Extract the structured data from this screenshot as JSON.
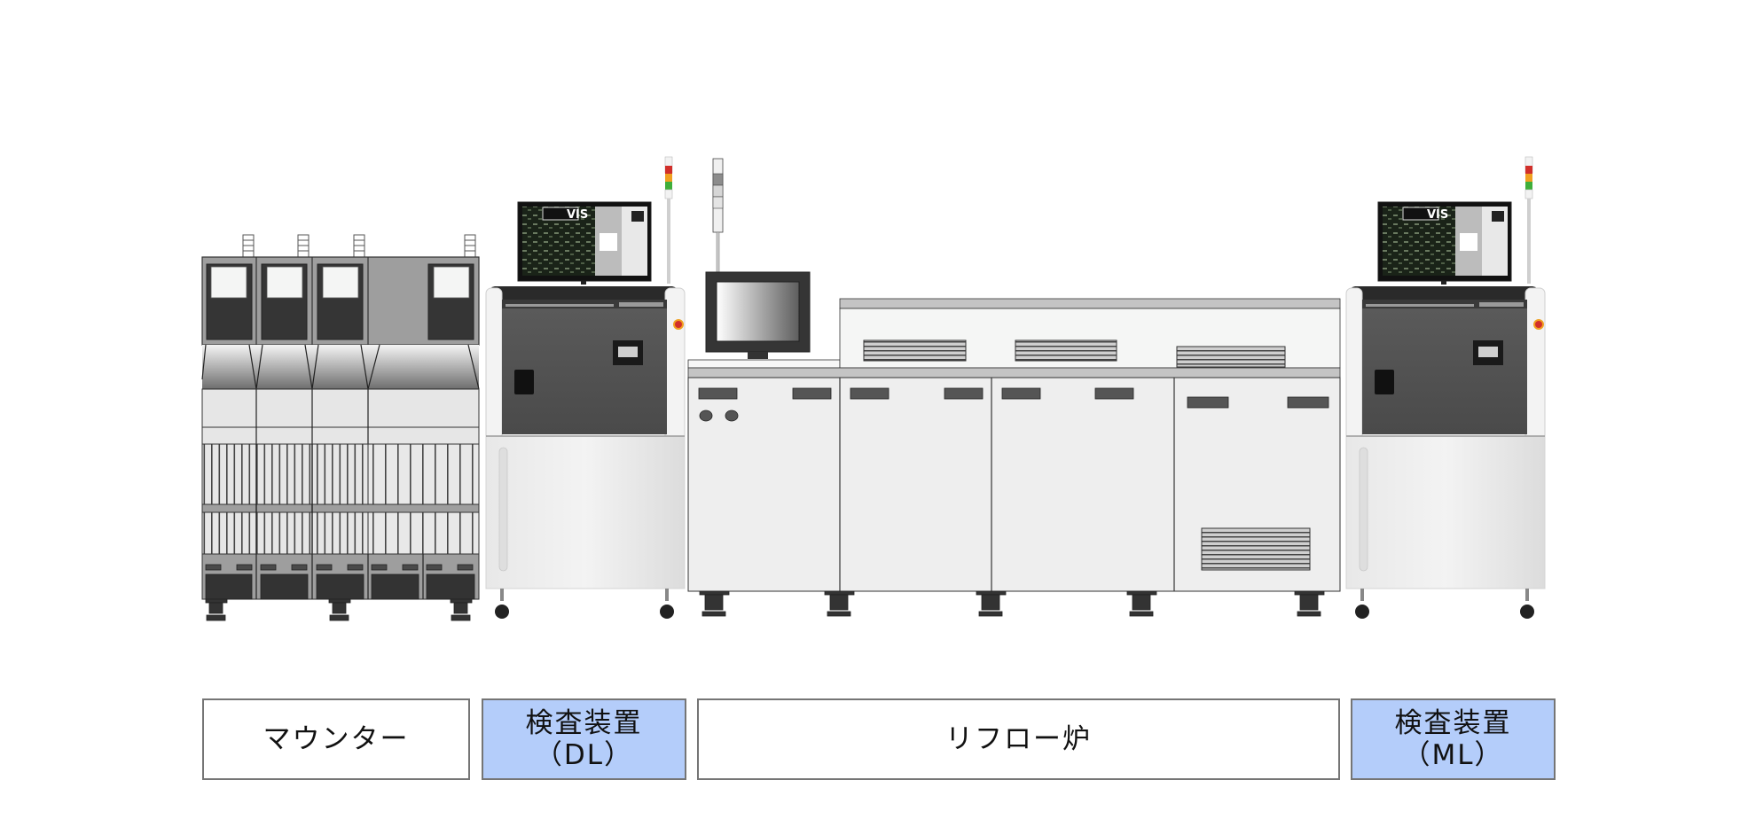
{
  "diagram": {
    "title": "",
    "colors": {
      "highlight_fill": "#b4cdfa",
      "plain_fill": "#ffffff",
      "border": "#757575",
      "machine_dark": "#3a3a3a",
      "machine_light": "#eeeeee",
      "signal_red": "#d12f2a",
      "signal_amber": "#f0a020",
      "signal_green": "#3fae3a"
    },
    "machines": [
      {
        "id": "mounter",
        "type": "mounter",
        "label_line1": "マウンター",
        "label_line2": "",
        "highlighted": false
      },
      {
        "id": "inspection-dl",
        "type": "inspection",
        "label_line1": "検査装置",
        "label_line2": "（DL）",
        "highlighted": true
      },
      {
        "id": "reflow",
        "type": "reflow-oven",
        "label_line1": "リフロー炉",
        "label_line2": "",
        "highlighted": false
      },
      {
        "id": "inspection-ml",
        "type": "inspection",
        "label_line1": "検査装置",
        "label_line2": "（ML）",
        "highlighted": true
      }
    ],
    "monitor_screen_text": "VIS"
  }
}
